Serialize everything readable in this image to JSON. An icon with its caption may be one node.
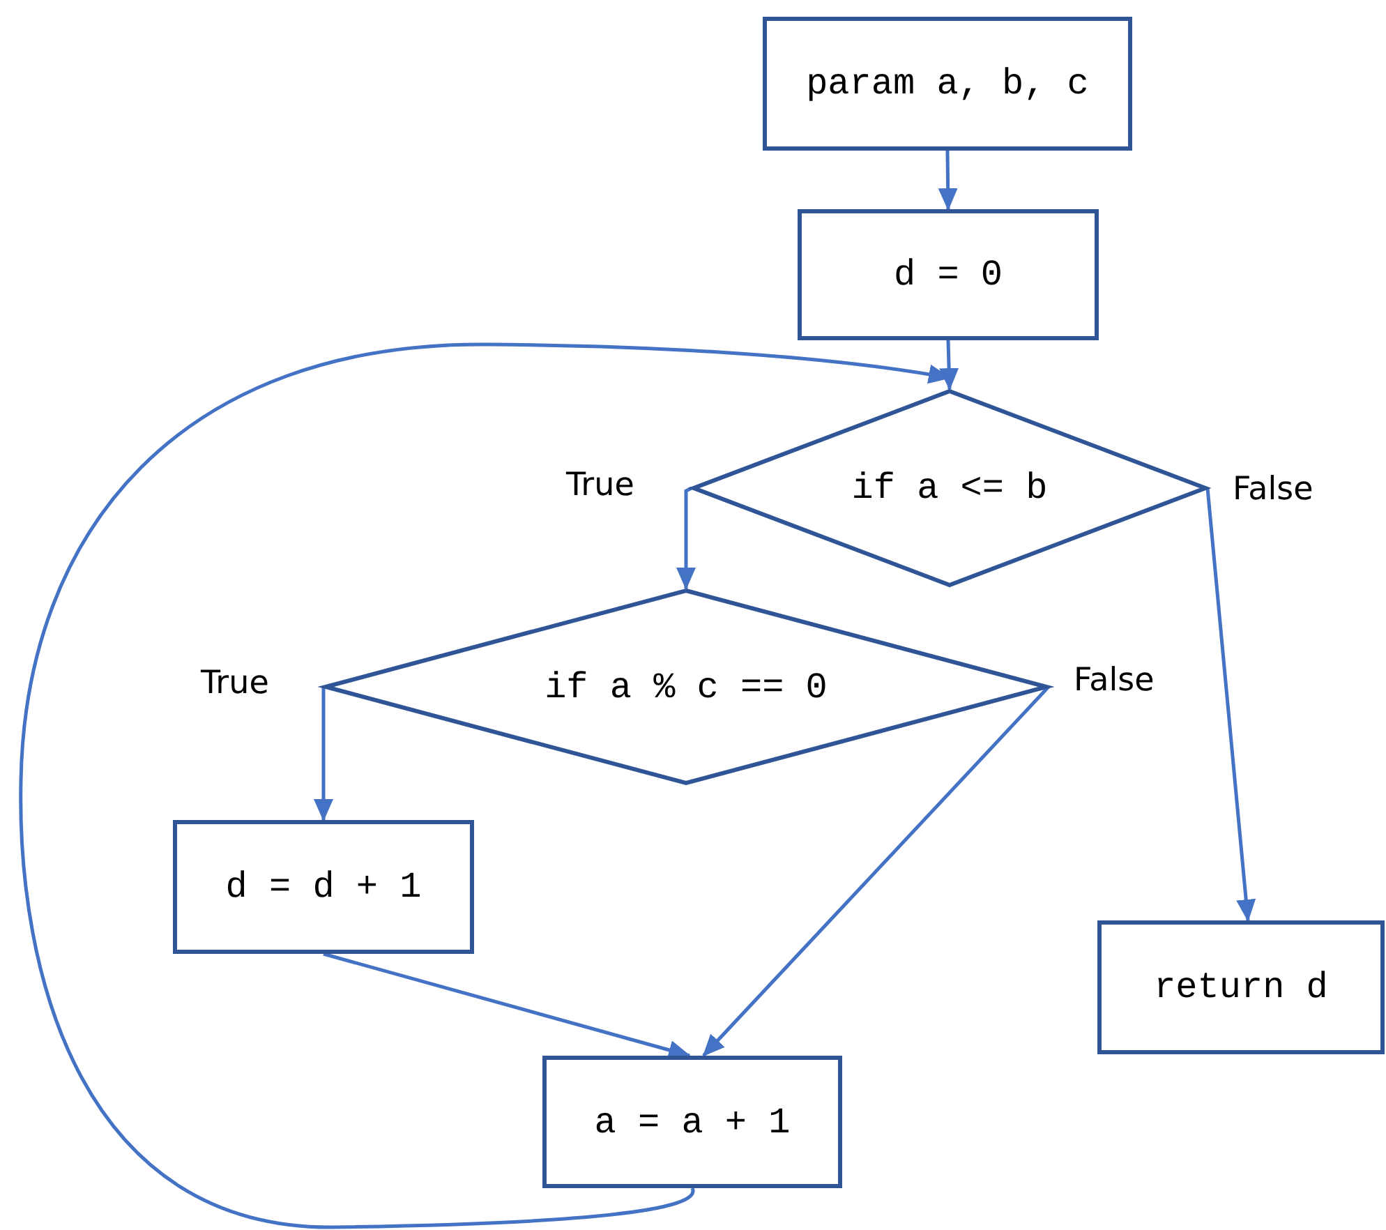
{
  "diagram": {
    "nodes": [
      {
        "text": [
          "param a, b, c"
        ]
      },
      {
        "text": [
          "d = 0"
        ]
      },
      {
        "text": [
          "if a <= b"
        ]
      },
      {
        "text": [
          "if a % c == 0"
        ]
      },
      {
        "text": [
          "d = d + 1"
        ]
      },
      {
        "text": [
          "a = a + 1"
        ]
      },
      {
        "text": [
          "return d"
        ]
      }
    ],
    "edges": [
      {
        "from": 0,
        "to": 1,
        "arrow": "to"
      },
      {
        "from": 1,
        "to": 2,
        "arrow": "to"
      },
      {
        "from": 2,
        "to": 3,
        "arrow": "to",
        "label": "True"
      },
      {
        "from": 2,
        "to": 6,
        "arrow": "to",
        "label": "False"
      },
      {
        "from": 3,
        "to": 4,
        "arrow": "to",
        "label": "True"
      },
      {
        "from": 3,
        "to": 5,
        "arrow": "to",
        "label": "False"
      },
      {
        "from": 4,
        "to": 5,
        "arrow": "to"
      },
      {
        "from": 5,
        "to": 2,
        "arrow": "to"
      }
    ]
  }
}
